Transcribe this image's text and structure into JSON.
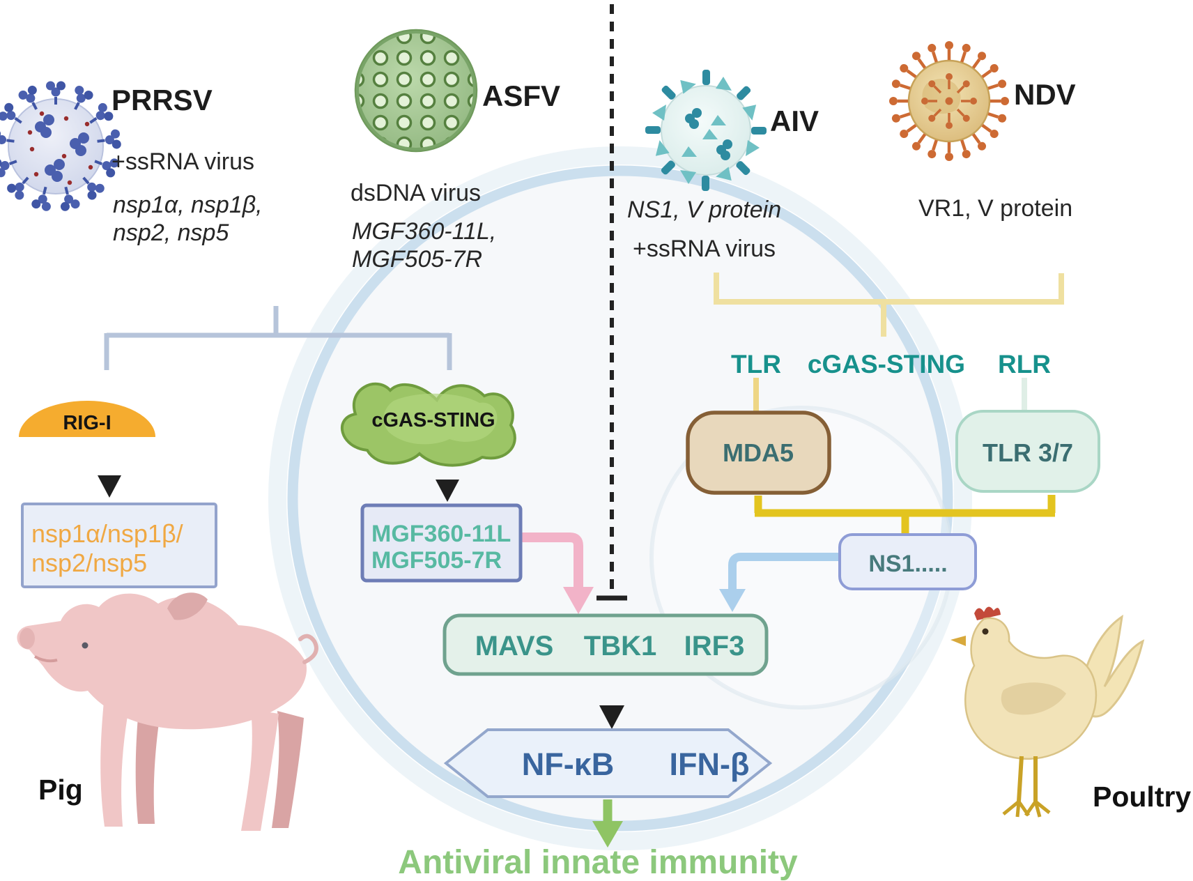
{
  "left_panel": {
    "virus_prrsv": {
      "name": "PRRSV",
      "genome": "+ssRNA virus",
      "proteins_line1": "nsp1α, nsp1β,",
      "proteins_line2": "nsp2, nsp5"
    },
    "virus_asfv": {
      "name": "ASFV",
      "genome": "dsDNA virus",
      "proteins_line1": "MGF360-11L,",
      "proteins_line2": "MGF505-7R"
    },
    "sensor_rig_i": "RIG-I",
    "sensor_cgas_sting": "cGAS-STING",
    "nsp_box_line1": "nsp1α/nsp1β/",
    "nsp_box_line2": "nsp2/nsp5",
    "mgf_box_line1": "MGF360-11L",
    "mgf_box_line2": "MGF505-7R",
    "host": "Pig"
  },
  "right_panel": {
    "virus_aiv": {
      "name": "AIV",
      "proteins": "NS1, V protein",
      "genome": "+ssRNA virus"
    },
    "virus_ndv": {
      "name": "NDV",
      "proteins": "VR1, V protein"
    },
    "receptor_tlr": "TLR",
    "receptor_cgas_sting": "cGAS-STING",
    "receptor_rlr": "RLR",
    "mda5": "MDA5",
    "tlr37": "TLR 3/7",
    "ns1_box": "NS1.....",
    "host": "Poultry"
  },
  "core_pathway": {
    "mavs": "MAVS",
    "tbk1": "TBK1",
    "irf3": "IRF3",
    "nfkb": "NF-κB",
    "ifnb": "IFN-β",
    "outcome": "Antiviral innate immunity"
  },
  "colors": {
    "receptor_teal": "#17918c",
    "pathway_teal": "#3a948a",
    "nsp_orange": "#f0a843",
    "mgf_teal": "#57b9a2",
    "nfkb_blue": "#39659e",
    "outcome_green": "#8cc87c",
    "rig_i_orange": "#f5ac2f",
    "sting_green": "#9cc566",
    "mda5_tan": "#e8d8bc",
    "bracket_blue": "#b6c4da",
    "bracket_pale_yellow": "#efe0a0",
    "bracket_bold_yellow": "#e3c41f",
    "arrow_pink": "#f2b3c8",
    "arrow_blue": "#abcfec",
    "arrow_green": "#8fc464"
  }
}
